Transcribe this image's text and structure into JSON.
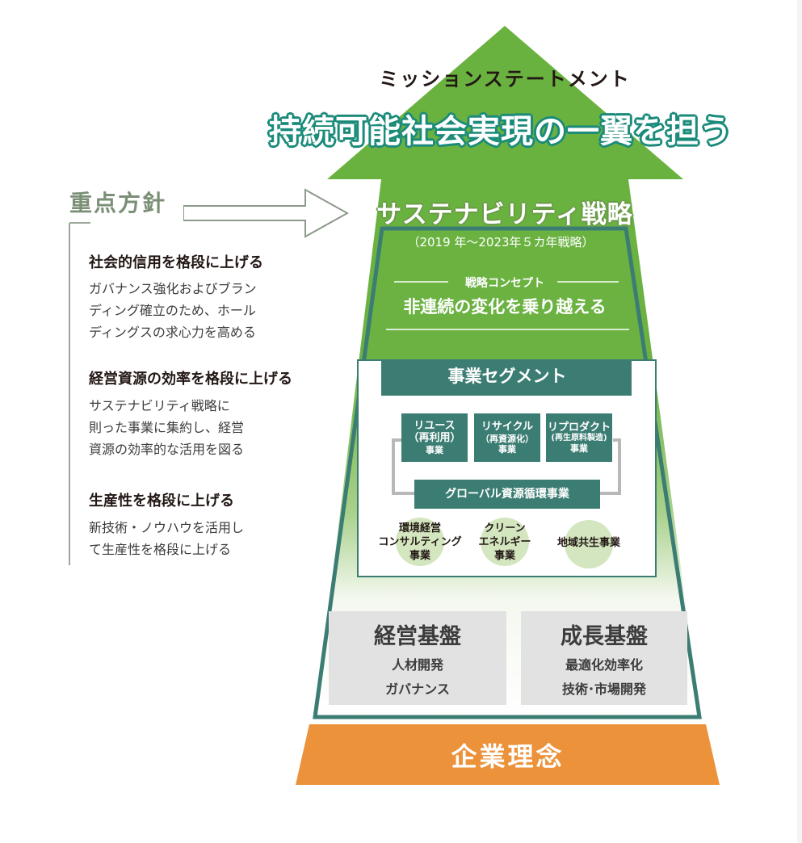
{
  "mission": {
    "label": "ミッションステートメント",
    "title": "持続可能社会実現の一翼を担う"
  },
  "strategy": {
    "title": "サステナビリティ戦略",
    "period": "（2019 年〜2023年５カ年戦略）",
    "concept_label": "戦略コンセプト",
    "concept_text": "非連続の変化を乗り越える"
  },
  "segments": {
    "title": "事業セグメント",
    "boxes": [
      {
        "line1": "リユース",
        "line2": "（再利用）",
        "line3": "事業"
      },
      {
        "line1": "リサイクル",
        "line2": "（再資源化）",
        "line3": "事業"
      },
      {
        "line1": "リプロダクト",
        "line2": "(再生原料製造)",
        "line3": "事業"
      }
    ],
    "global": "グローバル資源循環事業",
    "circles": [
      {
        "line1": "環境経営",
        "line2": "コンサルティング",
        "line3": "事業"
      },
      {
        "line1": "クリーン",
        "line2": "エネルギー",
        "line3": "事業"
      },
      {
        "line1": "地域共生事業"
      }
    ]
  },
  "foundations": {
    "management": {
      "title": "経営基盤",
      "items": [
        "人材開発",
        "ガバナンス"
      ]
    },
    "growth": {
      "title": "成長基盤",
      "items": [
        "最適化効率化",
        "技術･市場開発"
      ]
    }
  },
  "philosophy": "企業理念",
  "policy": {
    "title": "重点方針",
    "items": [
      {
        "heading": "社会的信用を格段に上げる",
        "lines": [
          "ガバナンス強化およびブラン",
          "ディング確立のため、ホール",
          "ディングスの求心力を高める"
        ]
      },
      {
        "heading": "経営資源の効率を格段に上げる",
        "lines": [
          "サステナビリティ戦略に",
          "則った事業に集約し、経営",
          "資源の効率的な活用を図る"
        ]
      },
      {
        "heading": "生産性を格段に上げる",
        "lines": [
          "新技術・ノウハウを活用し",
          "て生産性を格段に上げる"
        ]
      }
    ]
  },
  "colors": {
    "arrow_green": "#6ab23f",
    "teal": "#3c7d73",
    "orange": "#ec923a",
    "gray_base": "#e2e2e2",
    "policy_gray": "#7a8f76"
  }
}
